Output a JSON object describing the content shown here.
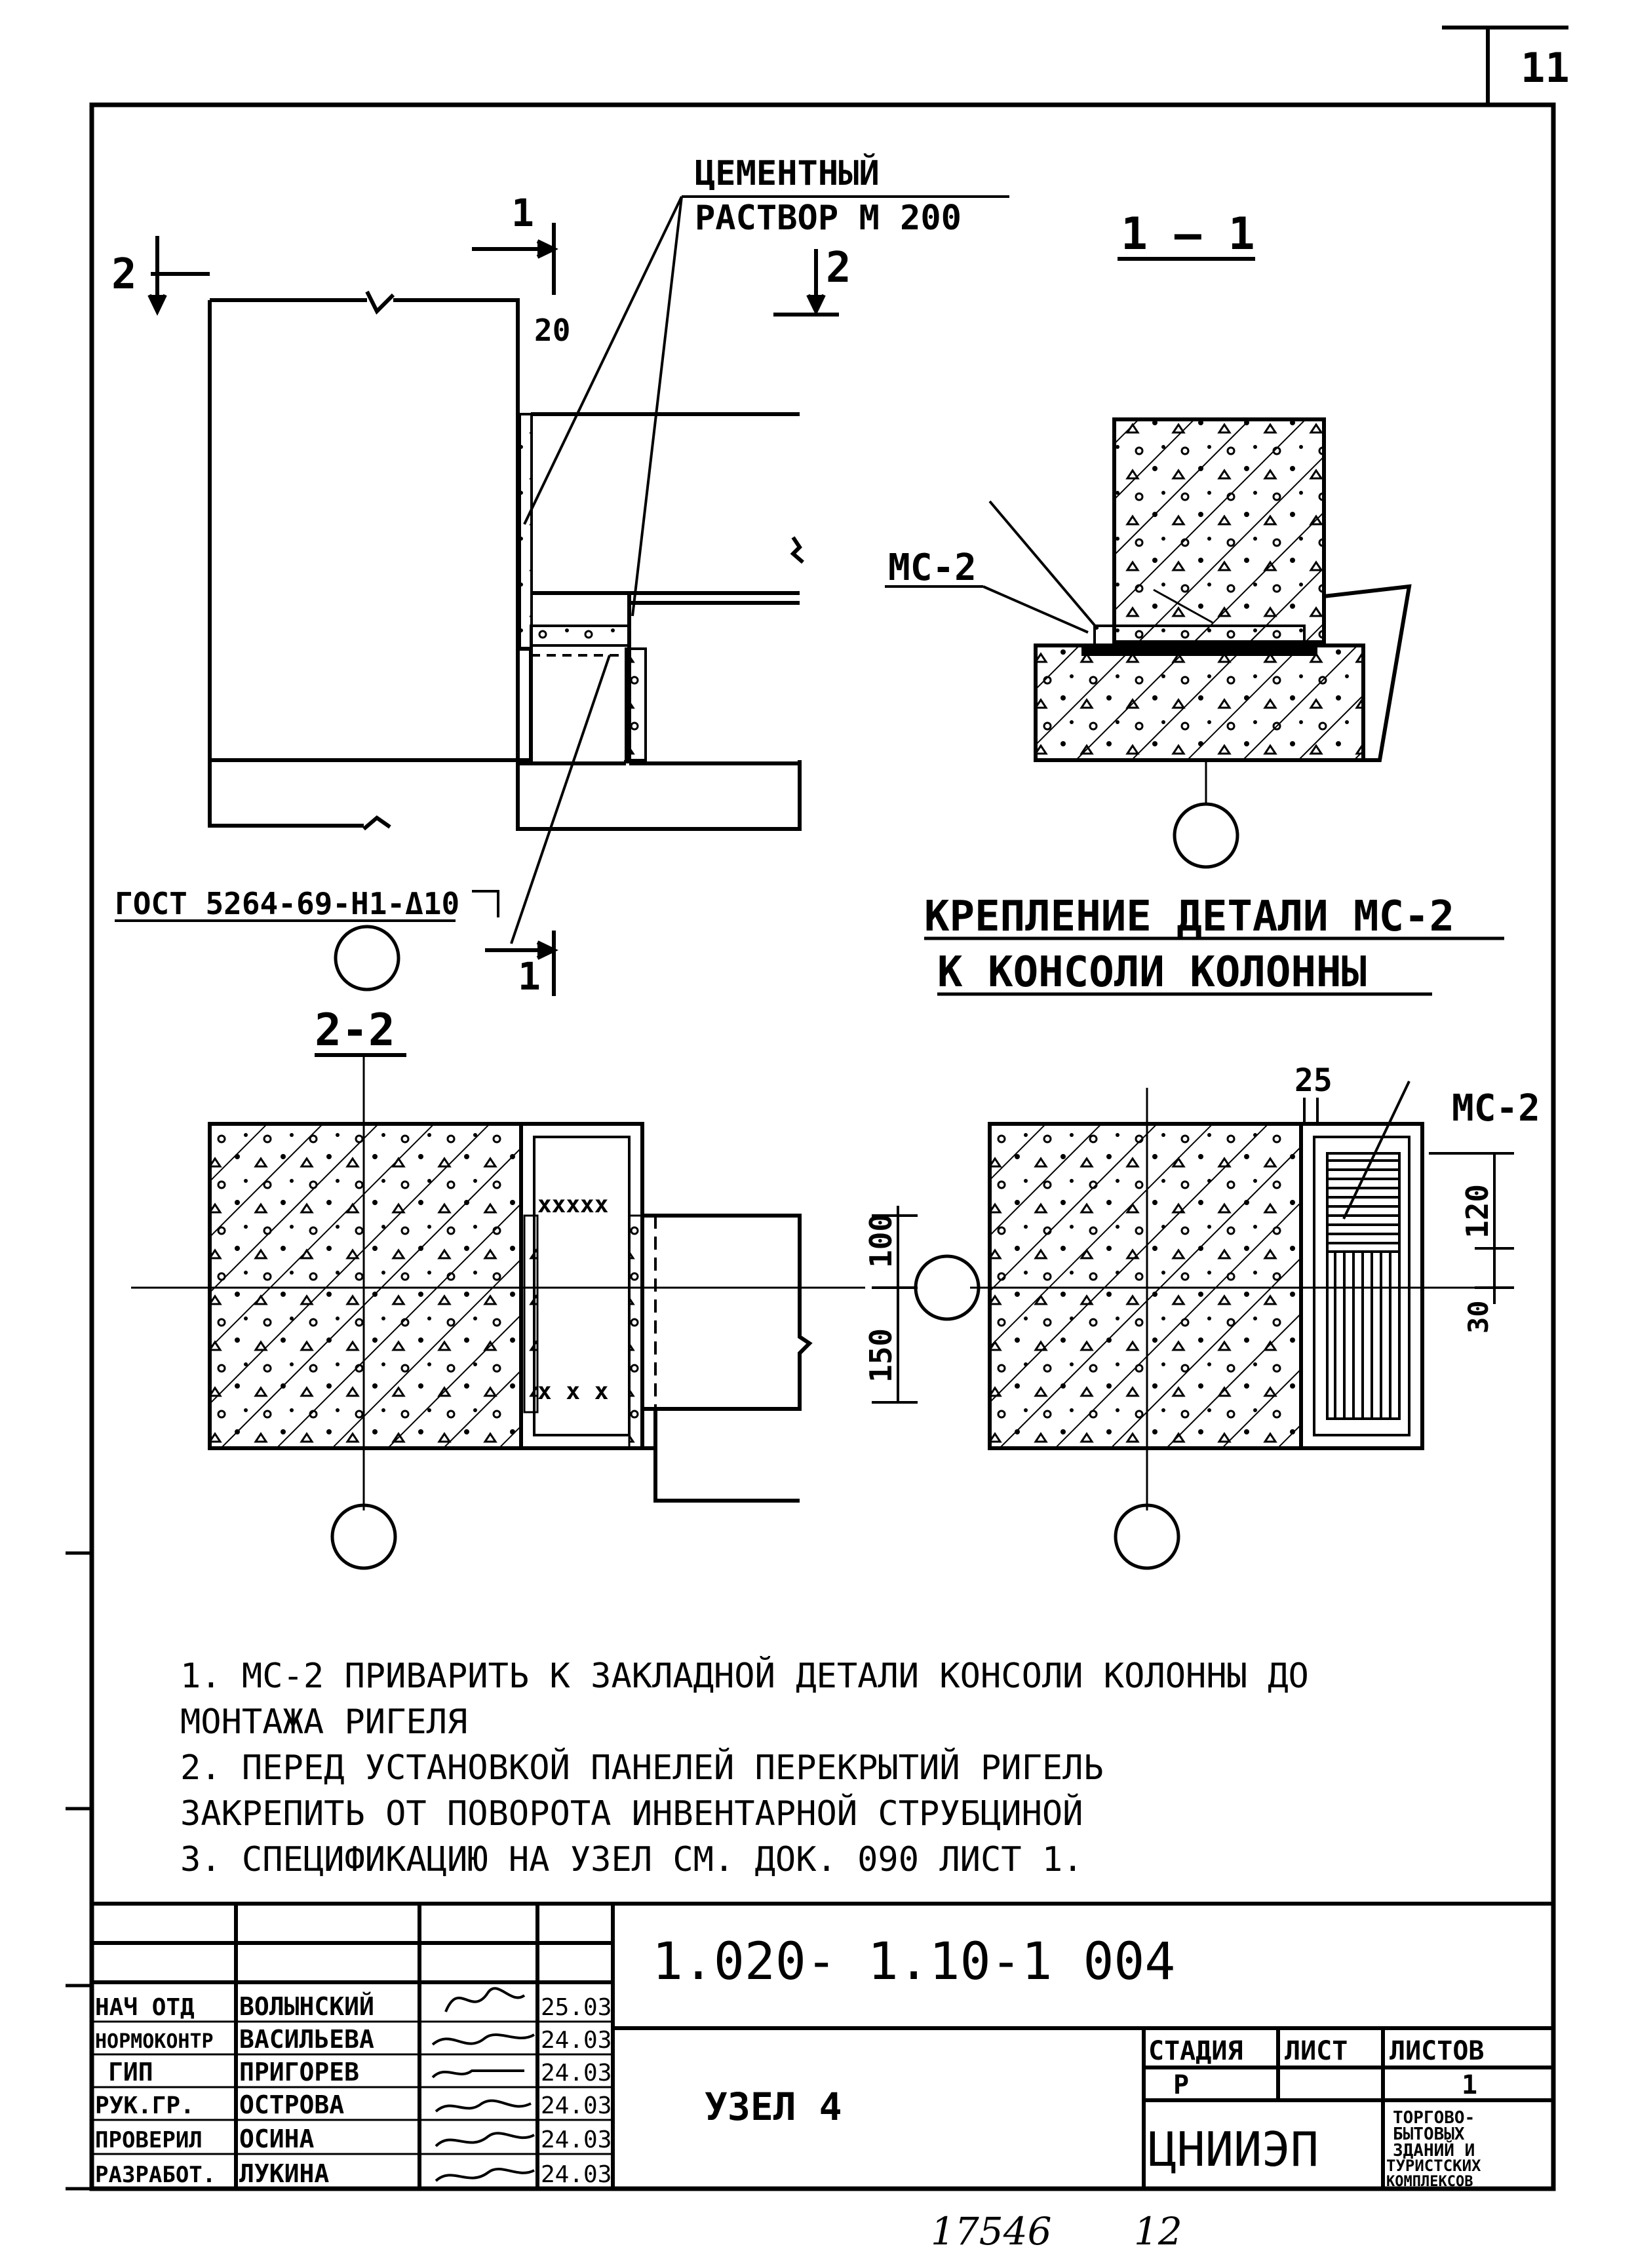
{
  "sheet_number": "11",
  "callouts": {
    "mortar_line1": "ЦЕМЕНТНЫЙ",
    "mortar_line2": "РАСТВОР М 200",
    "gost": "ГОСТ 5264-69-Н1-Δ10",
    "mc2_a": "МС-2",
    "mc2_b": "МС-2"
  },
  "sections": {
    "s11": "1 — 1",
    "s22": "2-2",
    "cut1": "1",
    "cut2": "2"
  },
  "dimensions": {
    "d20": "20",
    "d25": "25",
    "d100": "100",
    "d150": "150",
    "d120": "120",
    "d30": "30"
  },
  "caption": {
    "line1": "КРЕПЛЕНИЕ ДЕТАЛИ МС-2",
    "line2": "К КОНСОЛИ КОЛОННЫ"
  },
  "notes": [
    "1.  МС-2  ПРИВАРИТЬ  К  ЗАКЛАДНОЙ  ДЕТАЛИ   КОНСОЛИ  КОЛОННЫ  ДО",
    "     МОНТАЖА   РИГЕЛЯ",
    "2.  ПЕРЕД   УСТАНОВКОЙ   ПАНЕЛЕЙ  ПЕРЕКРЫТИЙ    РИГЕЛЬ",
    "     ЗАКРЕПИТЬ   ОТ   ПОВОРОТА  ИНВЕНТАРНОЙ   СТРУБЦИНОЙ",
    "3.  СПЕЦИФИКАЦИЮ   НА   УЗЕЛ   СМ.  ДОК.  090   ЛИСТ  1."
  ],
  "title_block": {
    "doc_code": "1.020- 1.10-1 004",
    "node": "УЗЕЛ 4",
    "org": "ЦНИИЭП",
    "stage_header": "СТАДИЯ",
    "sheet_header": "ЛИСТ",
    "sheets_header": "ЛИСТОВ",
    "stage": "Р",
    "sheets": "1",
    "project_title": [
      "ТОРГОВО-",
      "БЫТОВЫХ",
      "ЗДАНИЙ И",
      "ТУРИСТСКИХ",
      "КОМПЛЕКСОВ"
    ],
    "signatories": [
      {
        "role": "НАЧ ОТД",
        "name": "ВОЛЫНСКИЙ",
        "date": "25.03"
      },
      {
        "role": "НОРМОКОНТР",
        "name": "ВАСИЛЬЕВА",
        "date": "24.03"
      },
      {
        "role": "ГИП",
        "name": "ПРИГОРЕВ",
        "date": "24.03"
      },
      {
        "role": "РУК.ГР.",
        "name": "ОСТРОВА",
        "date": "24.03"
      },
      {
        "role": "ПРОВЕРИЛ",
        "name": "ОСИНА",
        "date": "24.03"
      },
      {
        "role": "РАЗРАБОТ.",
        "name": "ЛУКИНА",
        "date": "24.03"
      }
    ]
  },
  "footer": {
    "inventory": "17546",
    "page": "12"
  }
}
